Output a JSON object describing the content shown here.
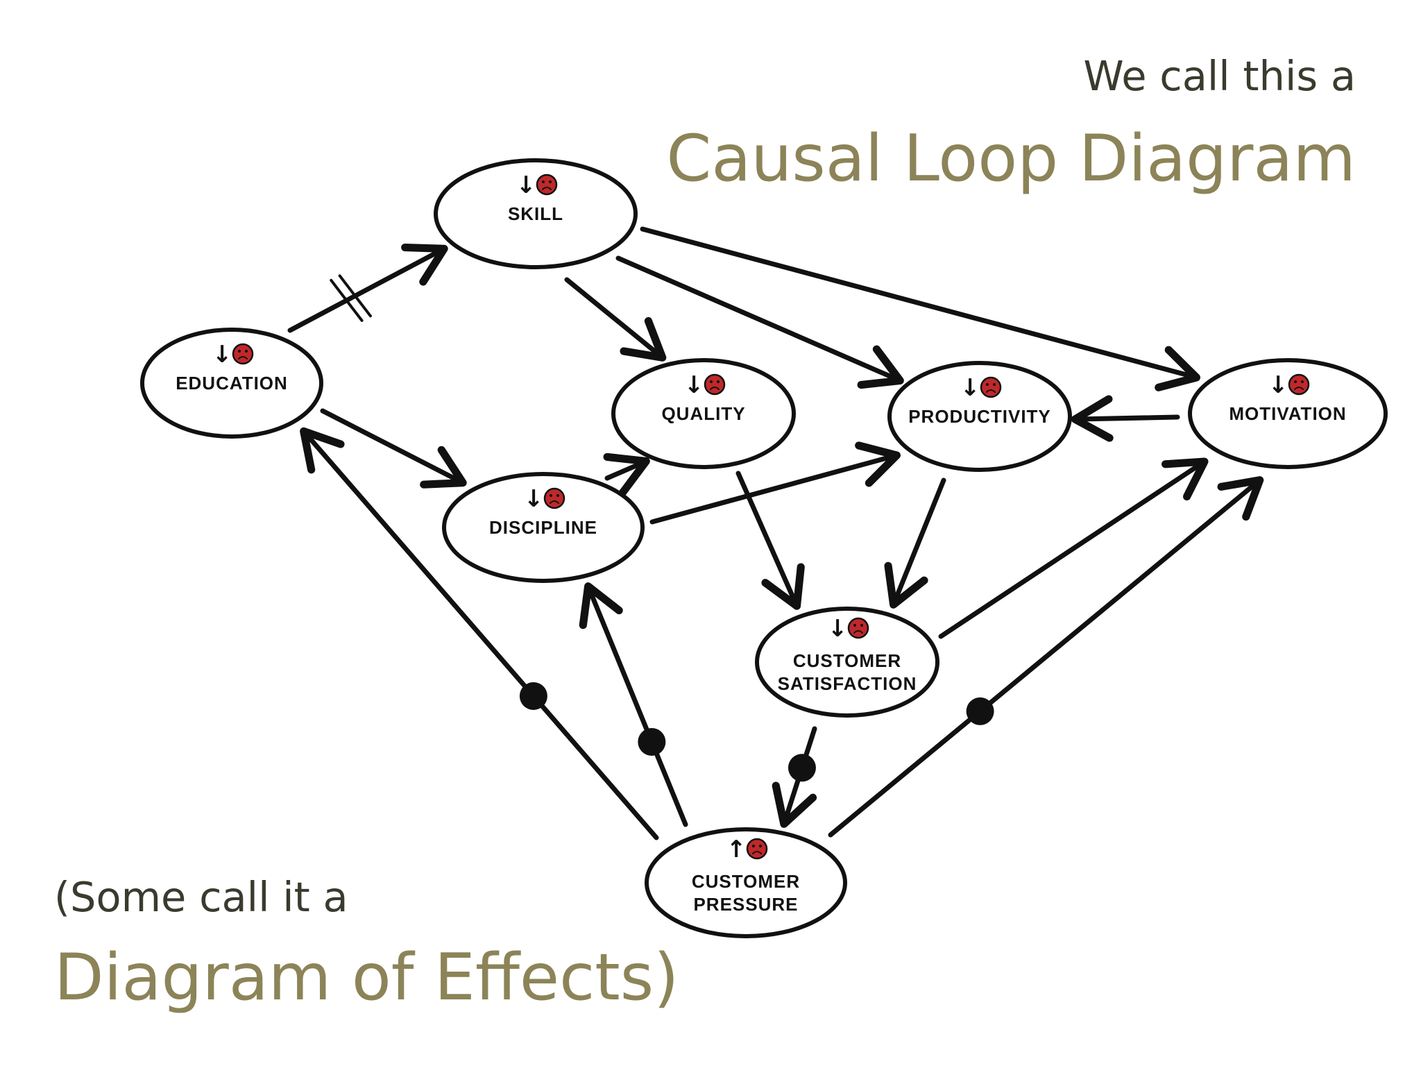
{
  "slide": {
    "title_prefix": "We call this a",
    "title_main": "Causal Loop Diagram",
    "subtitle_prefix": "(Some call it a",
    "subtitle_main": "Diagram of Effects)"
  },
  "colors": {
    "accent": "#8c8458",
    "text_dark": "#3a3a2e",
    "frown_face": "#c0282a",
    "line": "#111111"
  },
  "diagram": {
    "nodes": [
      {
        "id": "skill",
        "label_lines": [
          "SKILL"
        ],
        "trend": "↓",
        "icon": "frown-face-icon"
      },
      {
        "id": "education",
        "label_lines": [
          "EDUCATION"
        ],
        "trend": "↓",
        "icon": "frown-face-icon"
      },
      {
        "id": "quality",
        "label_lines": [
          "QUALITY"
        ],
        "trend": "↓",
        "icon": "frown-face-icon"
      },
      {
        "id": "productivity",
        "label_lines": [
          "PRODUCTIVITY"
        ],
        "trend": "↓",
        "icon": "frown-face-icon"
      },
      {
        "id": "motivation",
        "label_lines": [
          "MOTIVATION"
        ],
        "trend": "↓",
        "icon": "frown-face-icon"
      },
      {
        "id": "discipline",
        "label_lines": [
          "DISCIPLINE"
        ],
        "trend": "↓",
        "icon": "frown-face-icon"
      },
      {
        "id": "customer_satisfaction",
        "label_lines": [
          "CUSTOMER",
          "SATISFACTION"
        ],
        "trend": "↓",
        "icon": "frown-face-icon"
      },
      {
        "id": "customer_pressure",
        "label_lines": [
          "CUSTOMER",
          "PRESSURE"
        ],
        "trend": "↑",
        "icon": "frown-face-icon"
      }
    ],
    "edges": [
      {
        "from": "education",
        "to": "skill",
        "delay": true,
        "opposite": false
      },
      {
        "from": "skill",
        "to": "quality",
        "delay": false,
        "opposite": false
      },
      {
        "from": "skill",
        "to": "productivity",
        "delay": false,
        "opposite": false
      },
      {
        "from": "skill",
        "to": "motivation",
        "delay": false,
        "opposite": false
      },
      {
        "from": "education",
        "to": "discipline",
        "delay": false,
        "opposite": false
      },
      {
        "from": "discipline",
        "to": "quality",
        "delay": false,
        "opposite": false
      },
      {
        "from": "discipline",
        "to": "productivity",
        "delay": false,
        "opposite": false
      },
      {
        "from": "motivation",
        "to": "productivity",
        "delay": false,
        "opposite": false
      },
      {
        "from": "quality",
        "to": "customer_satisfaction",
        "delay": false,
        "opposite": false
      },
      {
        "from": "productivity",
        "to": "customer_satisfaction",
        "delay": false,
        "opposite": false
      },
      {
        "from": "customer_satisfaction",
        "to": "motivation",
        "delay": false,
        "opposite": false
      },
      {
        "from": "customer_satisfaction",
        "to": "customer_pressure",
        "delay": false,
        "opposite": true
      },
      {
        "from": "customer_pressure",
        "to": "education",
        "delay": false,
        "opposite": true
      },
      {
        "from": "customer_pressure",
        "to": "discipline",
        "delay": false,
        "opposite": true
      },
      {
        "from": "customer_pressure",
        "to": "motivation",
        "delay": false,
        "opposite": true
      }
    ]
  }
}
